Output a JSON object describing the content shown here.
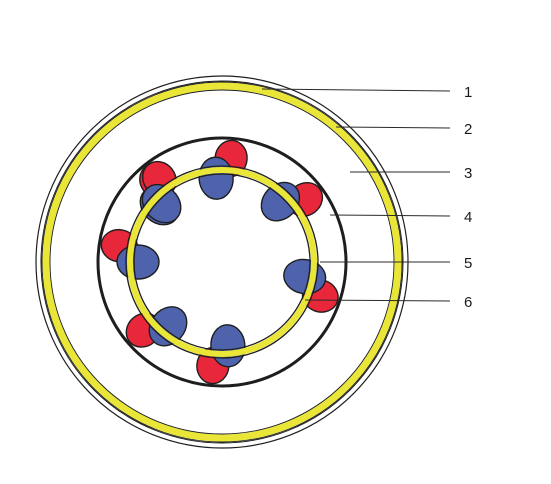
{
  "diagram": {
    "labels": [
      {
        "id": "1",
        "text": "1"
      },
      {
        "id": "2",
        "text": "2"
      },
      {
        "id": "3",
        "text": "3"
      },
      {
        "id": "4",
        "text": "4"
      },
      {
        "id": "5",
        "text": "5"
      },
      {
        "id": "6",
        "text": "6"
      }
    ]
  },
  "colors": {
    "outline": "#1e1e1e",
    "yellow_band": "#e9e637",
    "red_lobe": "#e8283a",
    "blue_lobe": "#4f63ad",
    "background": "#ffffff"
  }
}
